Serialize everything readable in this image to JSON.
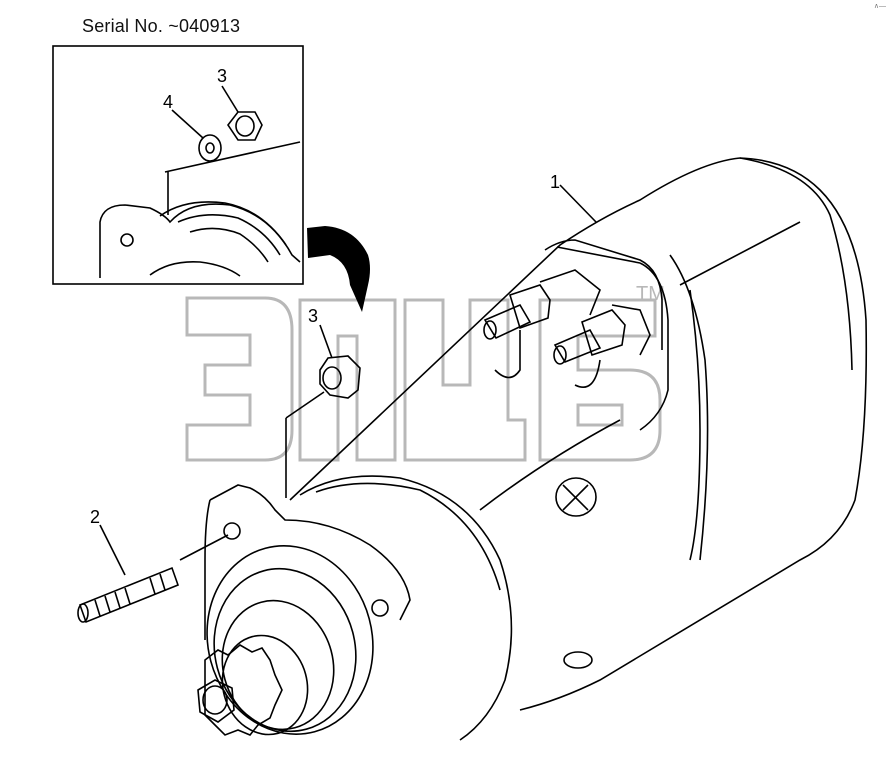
{
  "header": {
    "serial_label": "Serial No. ~040913",
    "corner_mark": "∧—"
  },
  "callouts": {
    "starter": "1",
    "stud": "2",
    "nut_inset": "3",
    "nut_main": "3",
    "washer": "4"
  },
  "watermark": {
    "text": "ЭПЦБ",
    "tm": "TM"
  },
  "colors": {
    "line": "#000000",
    "watermark": "#b8b8b8",
    "background": "#ffffff"
  }
}
